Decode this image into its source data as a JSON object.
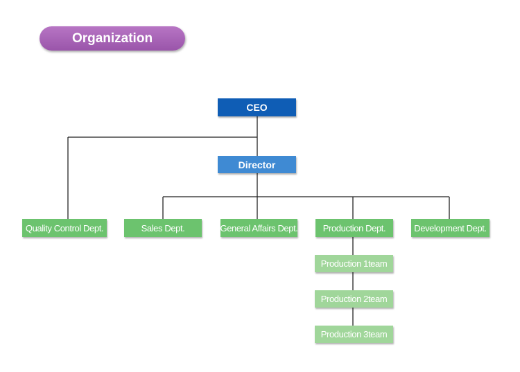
{
  "title": "Organization",
  "nodes": {
    "ceo": "CEO",
    "director": "Director",
    "quality_control": "Quality Control  Dept.",
    "sales": "Sales Dept.",
    "general_affairs": "General Affairs Dept.",
    "production": "Production Dept.",
    "development": "Development Dept.",
    "production_1": "Production 1team",
    "production_2": "Production 2team",
    "production_3": "Production 3team"
  },
  "colors": {
    "title_pill": "#a862b7",
    "ceo": "#0f5db5",
    "director": "#3f8ad3",
    "dept": "#6cc36e",
    "team": "#a0d69a",
    "connector": "#222222"
  }
}
